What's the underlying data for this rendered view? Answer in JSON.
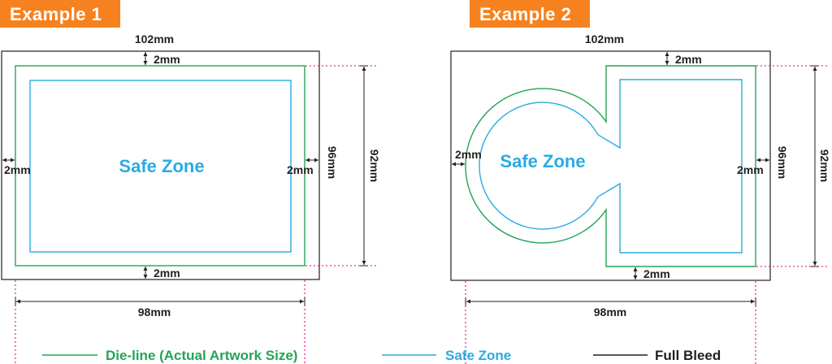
{
  "colors": {
    "die_line": "#23a455",
    "safe_zone": "#29abe2",
    "full_bleed": "#231f20",
    "guide": "#e6007e",
    "banner": "#f5821f",
    "banner_text": "#ffffff",
    "text": "#231f20"
  },
  "examples": [
    {
      "title": "Example 1",
      "full_bleed_width": "102mm",
      "full_bleed_height": "96mm",
      "die_line_width": "98mm",
      "die_line_height": "92mm",
      "margin_top": "2mm",
      "margin_bottom": "2mm",
      "margin_left": "2mm",
      "margin_right": "2mm",
      "safe_zone_label": "Safe Zone"
    },
    {
      "title": "Example 2",
      "full_bleed_width": "102mm",
      "full_bleed_height": "96mm",
      "die_line_width": "98mm",
      "die_line_height": "92mm",
      "margin_top": "2mm",
      "margin_bottom": "2mm",
      "margin_left": "2mm",
      "margin_right": "2mm",
      "safe_zone_label": "Safe Zone"
    }
  ],
  "legend": {
    "die_line": "Die-line (Actual Artwork Size)",
    "safe_zone": "Safe Zone",
    "full_bleed": "Full Bleed"
  }
}
